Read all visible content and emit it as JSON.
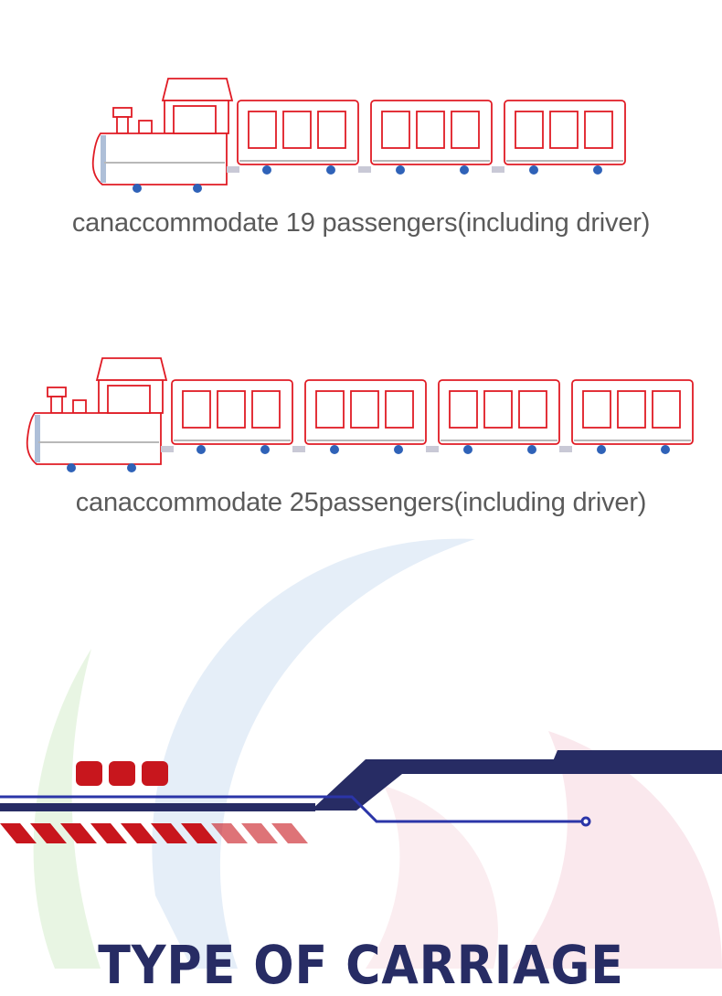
{
  "trains": [
    {
      "caption": "canaccommodate 19 passengers(including driver)",
      "carriages": 3
    },
    {
      "caption": "canaccommodate 25passengers(including driver)",
      "carriages": 4
    }
  ],
  "section": {
    "title": "TYPE OF CARRIAGE"
  },
  "colors": {
    "outline": "#e01b24",
    "text": "#5a5a5a",
    "navy": "#272c64",
    "brand_red": "#c8161d",
    "wheel": "#2f62b8",
    "line_blue": "#2b35a8"
  }
}
